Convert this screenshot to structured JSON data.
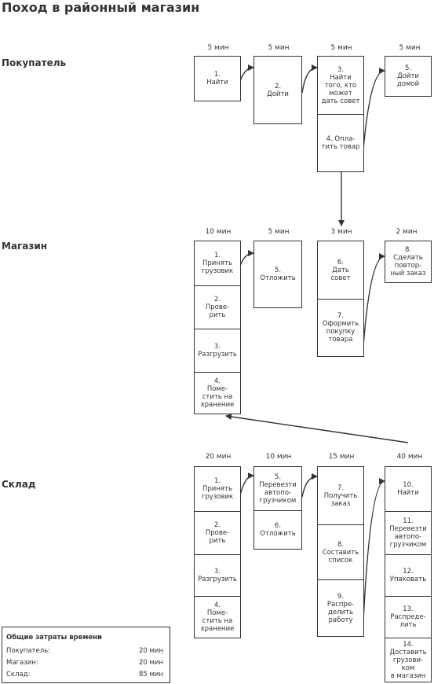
{
  "title": "Поход в районный магазин",
  "lanes": {
    "buyer": "Покупатель",
    "shop": "Магазин",
    "warehouse": "Склад"
  },
  "buyer": {
    "times": [
      "5  мин",
      "5 мин",
      "5 мин",
      "5 мин"
    ],
    "steps": [
      "1.\nНайти",
      "2.\nДойти",
      "3.\nНайти\nтого, кто\nможет\nдать совет",
      "4. Опла-\nтить товар",
      "5.\nДойти\nдомой"
    ]
  },
  "shop": {
    "times": [
      "10 мин",
      "5 мин",
      "3 мин",
      "2 мин"
    ],
    "steps": [
      "1.\nПринять\nгрузовик",
      "2.\nПрове-\nрить",
      "3.\nРазгрузить",
      "4.\nПоме-\nстить на\nхранение",
      "5.\nОтложить",
      "6.\nДать\nсовет",
      "7.\nОформить\nпокупку\nтовара",
      "8.\nСделать\nповтор-\nный заказ"
    ]
  },
  "warehouse": {
    "times": [
      "20  мин",
      "10 мин",
      "15 мин",
      "40 мин"
    ],
    "steps": [
      "1.\nПринять\nгрузовик",
      "2.\nПрове-\nрить",
      "3.\nРазгрузить",
      "4.\nПоме-\nстить на\nхранение",
      "5.\nПеревезти\nавтопо-\nгрузчиком",
      "6.\nОтложить",
      "7.\nПолучить\nзаказ",
      "8.\nСоставить\nсписок",
      "9.\nРаспре-\nделить\nработу",
      "10.\nНайти",
      "11.\nПеревезти\nавтопо-\nгрузчиком",
      "12.\nУпаковать",
      "13.\nРаспреде-\nлить",
      "14.\nДоставить\nгрузови-\nком\nв магазин"
    ]
  },
  "summary": {
    "title": "Общие затраты времени",
    "rows": [
      {
        "label": "Покупатель:",
        "value": "20 мин"
      },
      {
        "label": "Магазин:",
        "value": "20 мин"
      },
      {
        "label": "Склад:",
        "value": "85 мин"
      }
    ]
  }
}
